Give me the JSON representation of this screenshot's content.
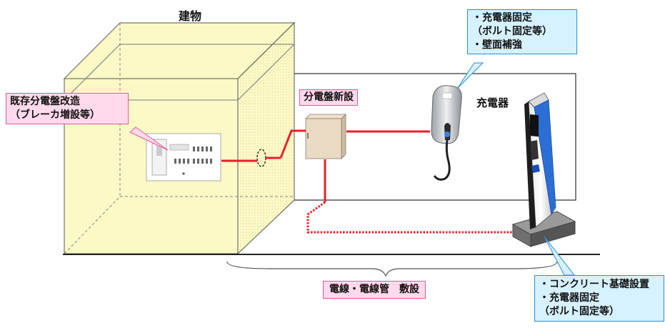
{
  "labels": {
    "building": "建物",
    "charger": "充電器",
    "new_panel": "分電盤新設",
    "existing_panel": [
      "既存分電盤改造",
      "（ブレーカ増設等）"
    ],
    "wall_mount": [
      "・充電器固定",
      "（ボルト固定等）",
      "・壁面補強"
    ],
    "wiring": "電線・電線管　敷設",
    "foundation": [
      "・コンクリート基礎設置",
      "・充電器固定",
      "（ボルト固定等）"
    ]
  },
  "colors": {
    "building_fill": "#fbf9c6",
    "building_edge": "#c9c47a",
    "wall_fill": "#ffffff",
    "cable": "#e8202a",
    "pink_fill": "#ffd9ec",
    "pink_edge": "#e05a96",
    "blue_fill": "#d6f1ff",
    "blue_edge": "#2a8fd1",
    "accent_blue": "#2b6fd6"
  }
}
